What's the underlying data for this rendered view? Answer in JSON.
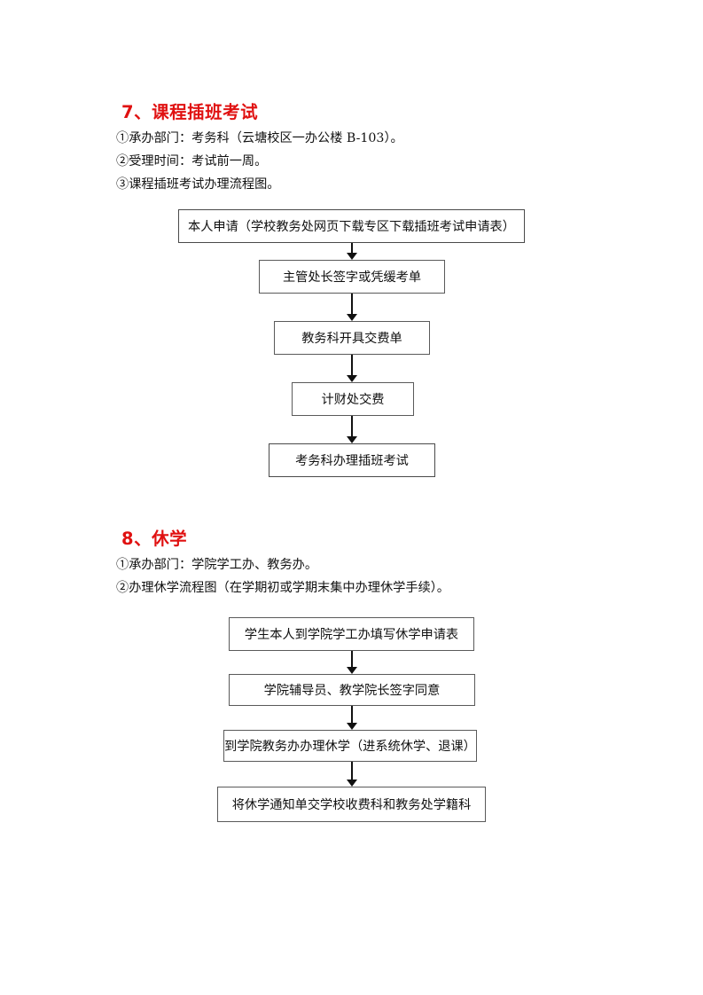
{
  "document": {
    "page_background": "#ffffff",
    "heading_color": "#e01111",
    "text_color": "#111111",
    "box_border_color": "#5a5a5a"
  },
  "sections": [
    {
      "heading": "7、课程插班考试",
      "lines": [
        "①承办部门：考务科（云塘校区一办公楼 B-103）。",
        "②受理时间：考试前一周。",
        "③课程插班考试办理流程图。"
      ],
      "flowchart": {
        "steps": [
          "本人申请（学校教务处网页下载专区下载插班考试申请表）",
          "主管处长签字或凭缓考单",
          "教务科开具交费单",
          "计财处交费",
          "考务科办理插班考试"
        ]
      }
    },
    {
      "heading": "8、休学",
      "lines": [
        "①承办部门：学院学工办、教务办。",
        "②办理休学流程图（在学期初或学期末集中办理休学手续）。"
      ],
      "flowchart": {
        "steps": [
          "学生本人到学院学工办填写休学申请表",
          "学院辅导员、教学院长签字同意",
          "到学院教务办办理休学（进系统休学、退课）",
          "将休学通知单交学校收费科和教务处学籍科"
        ]
      }
    }
  ]
}
